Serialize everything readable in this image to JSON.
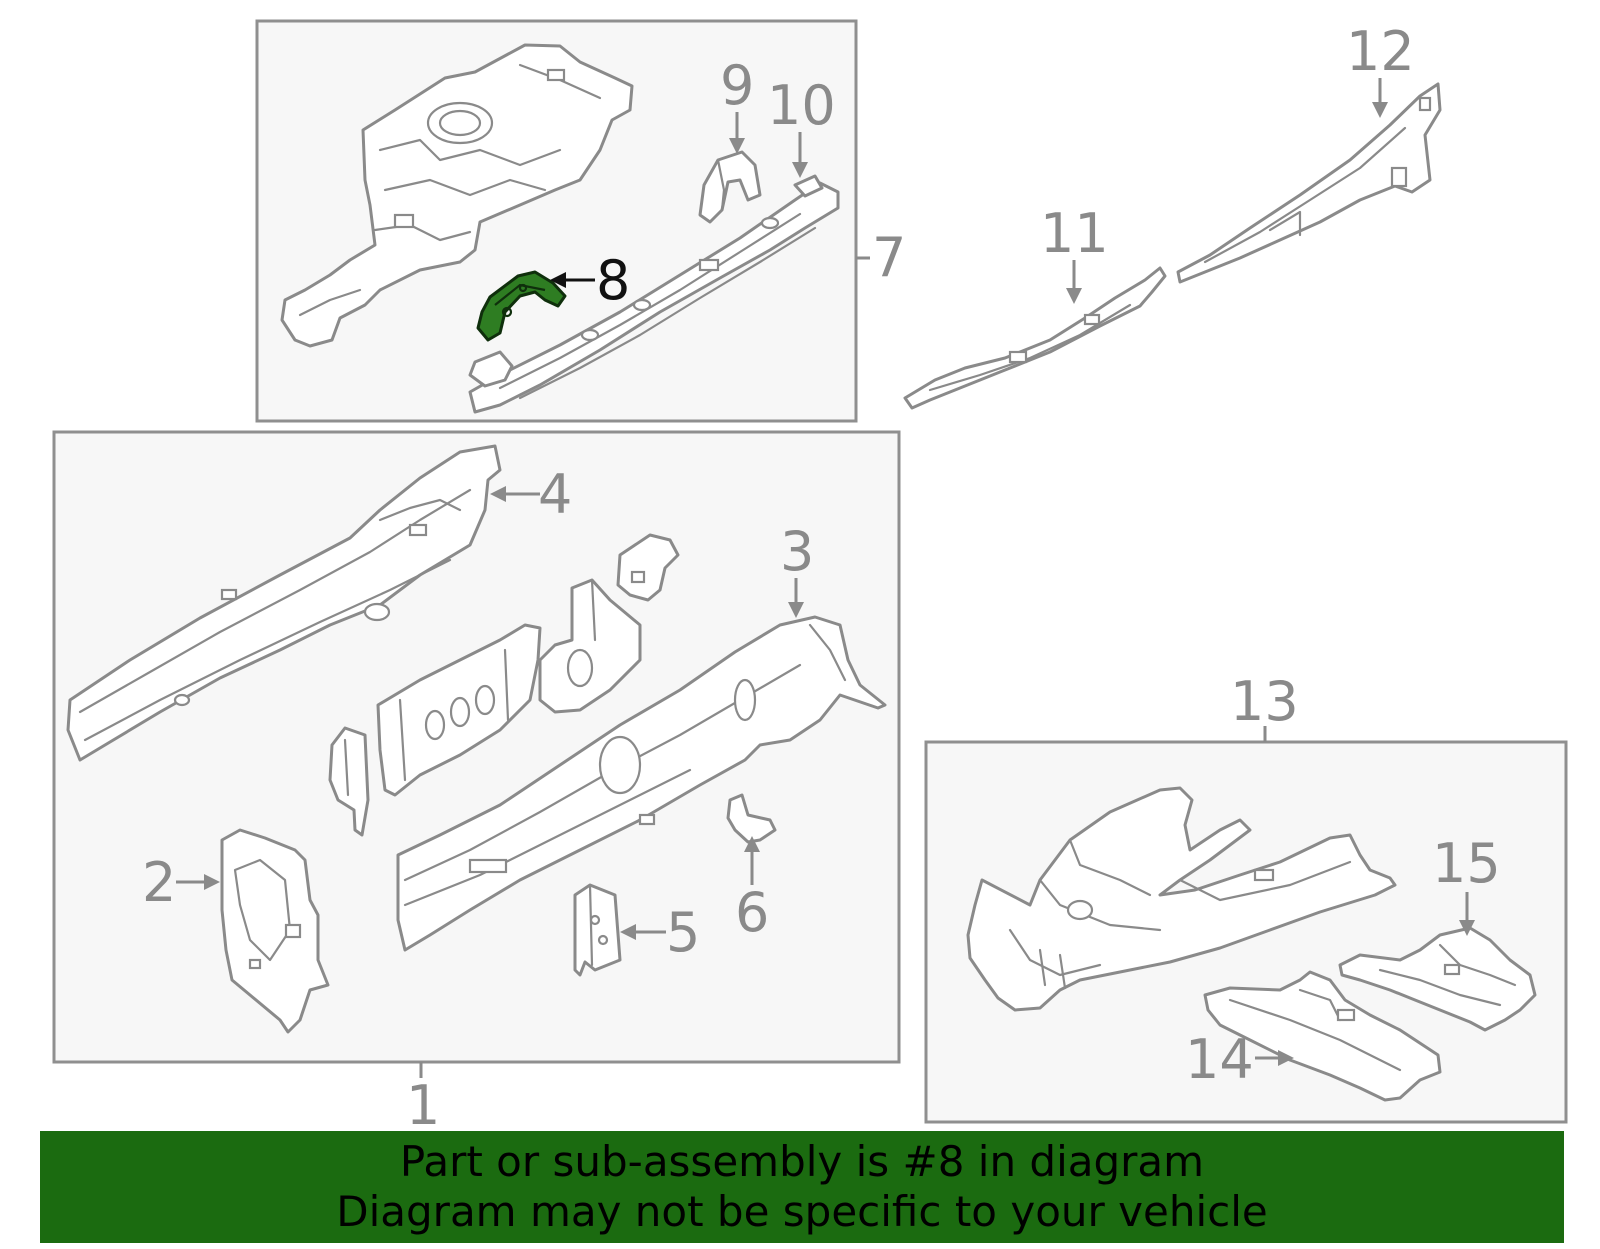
{
  "callouts": {
    "c1": "1",
    "c2": "2",
    "c3": "3",
    "c4": "4",
    "c5": "5",
    "c6": "6",
    "c7": "7",
    "c8": "8",
    "c9": "9",
    "c10": "10",
    "c11": "11",
    "c12": "12",
    "c13": "13",
    "c14": "14",
    "c15": "15"
  },
  "highlighted_part": "8",
  "colors": {
    "highlight_fill": "#2e7d22",
    "banner_background": "#1b6b10",
    "line_gray": "#8a8a8a"
  },
  "banner": {
    "line1": "Part or sub-assembly is #8 in diagram",
    "line2": "Diagram may not be specific to your vehicle"
  }
}
